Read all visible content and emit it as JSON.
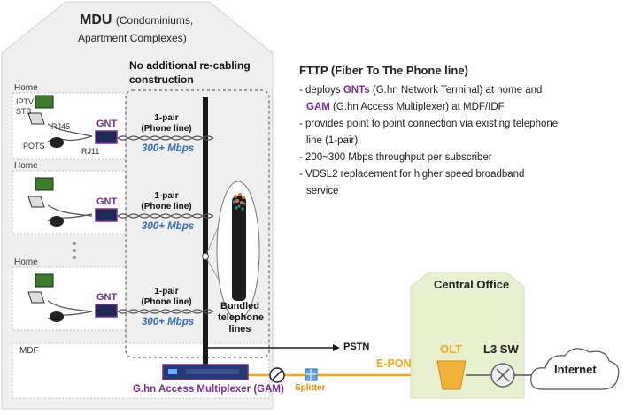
{
  "mdu": {
    "title": "MDU",
    "subtitle_line1": "(Condominiums,",
    "subtitle_line2": "Apartment Complexes)"
  },
  "no_recabling": {
    "line1": "No additional re-cabling",
    "line2": "construction"
  },
  "homes": [
    {
      "label": "Home",
      "iptv": "IPTV",
      "stb": "STB",
      "rj45": "RJ45",
      "pots": "POTS",
      "rj11": "RJ11",
      "gnt": "GNT",
      "pair_line1": "1-pair",
      "pair_line2": "(Phone line)",
      "speed": "300+ Mbps"
    },
    {
      "label": "Home",
      "gnt": "GNT",
      "pair_line1": "1-pair",
      "pair_line2": "(Phone line)",
      "speed": "300+ Mbps"
    },
    {
      "label": "Home",
      "gnt": "GNT",
      "pair_line1": "1-pair",
      "pair_line2": "(Phone line)",
      "speed": "300+ Mbps"
    }
  ],
  "cable": {
    "line1": "Bundled",
    "line2": "telephone",
    "line3": "lines"
  },
  "mdf": {
    "label": "MDF"
  },
  "gam": {
    "label": "G.hn Access Multiplexer (GAM)"
  },
  "pstn": "PSTN",
  "splitter": "Splitter",
  "epon": "E-PON",
  "central_office": {
    "title": "Central Office",
    "olt": "OLT",
    "l3sw": "L3 SW"
  },
  "internet": "Internet",
  "fttp": {
    "title": "FTTP (Fiber To The Phone line)",
    "bullets": [
      {
        "pre": "- deploys ",
        "em": "GNTs",
        "post": " (G.hn Network Terminal) at home and"
      },
      {
        "pre": "",
        "em": "GAM",
        "post": " (G.hn Access Multiplexer) at MDF/IDF"
      },
      {
        "pre": "- provides point to point connection via existing telephone",
        "em": "",
        "post": ""
      },
      {
        "pre": "line (1-pair)",
        "em": "",
        "post": ""
      },
      {
        "pre": "- 200~300 Mbps throughput per subscriber",
        "em": "",
        "post": ""
      },
      {
        "pre": "- VDSL2 replacement for higher speed broadband",
        "em": "",
        "post": ""
      },
      {
        "pre": "service",
        "em": "",
        "post": ""
      }
    ]
  },
  "colors": {
    "gnt_purple": "#7a2f8f",
    "speed_blue": "#3a6db3",
    "fiber_orange": "#f2a81d",
    "co_green": "#e9f0d0"
  },
  "icons": [
    "tv-icon",
    "computer-icon",
    "phone-icon",
    "gnt-device-icon",
    "gam-device-icon",
    "splitter-icon",
    "olt-icon",
    "switch-icon",
    "cloud-icon",
    "cable-bundle-icon"
  ]
}
